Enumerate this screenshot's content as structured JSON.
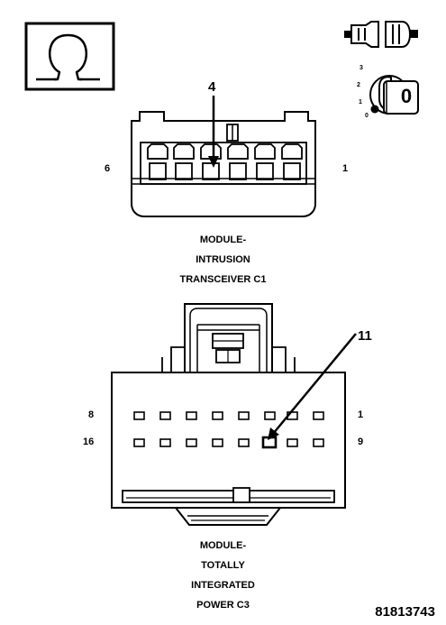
{
  "ohmmeter_icon": "ohm-symbol-icon",
  "ignition_icons": [
    "connector-unplug-icon",
    "ignition-key-icon"
  ],
  "ignition_positions": [
    "3",
    "2",
    "1",
    "0"
  ],
  "ignition_key_label": "0",
  "connector_c1": {
    "callout_pin": "4",
    "pin_left": "6",
    "pin_right": "1",
    "caption": [
      "MODULE-",
      "INTRUSION",
      "TRANSCEIVER C1"
    ]
  },
  "connector_c3": {
    "callout_pin": "11",
    "row1_left": "8",
    "row1_right": "1",
    "row2_left": "16",
    "row2_right": "9",
    "caption": [
      "MODULE-",
      "TOTALLY",
      "INTEGRATED",
      "POWER C3"
    ]
  },
  "figure_number": "81813743"
}
